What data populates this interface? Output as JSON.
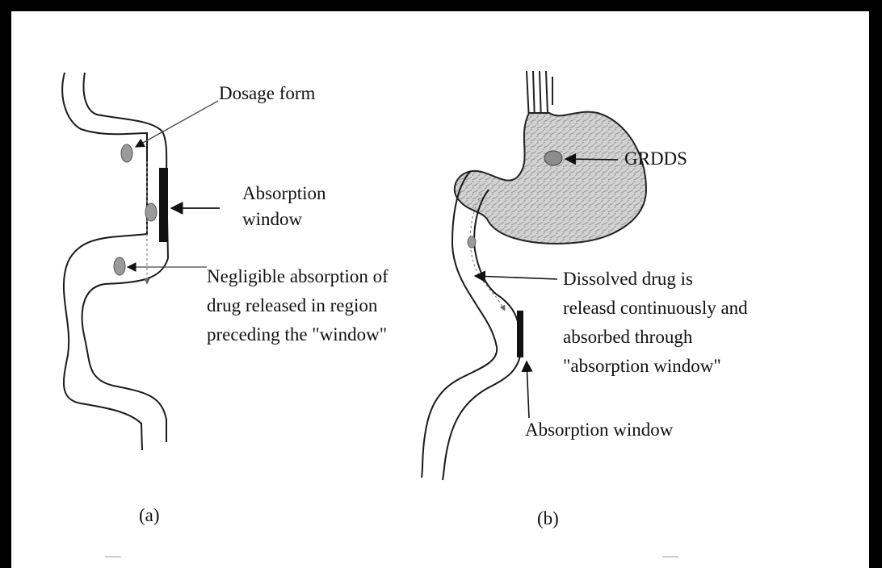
{
  "panel_a": {
    "label": "(a)",
    "dosage_form": "Dosage form",
    "absorption_window": [
      "Absorption",
      "window"
    ],
    "negligible_note": [
      "Negligible absorption of",
      "drug  released in region",
      "preceding the \"window\""
    ]
  },
  "panel_b": {
    "label": "(b)",
    "grdds": "GRDDS",
    "dissolved_note": [
      "Dissolved drug is",
      "releasd continuously and",
      "absorbed through",
      "\"absorption window\""
    ],
    "absorption_window": "Absorption window"
  },
  "colors": {
    "outline": "#1a1a1a",
    "dosage_fill": "#9a9a9a",
    "stomach_fill": "#cfcfcf",
    "window_bar": "#111111",
    "frame": "#000000"
  }
}
